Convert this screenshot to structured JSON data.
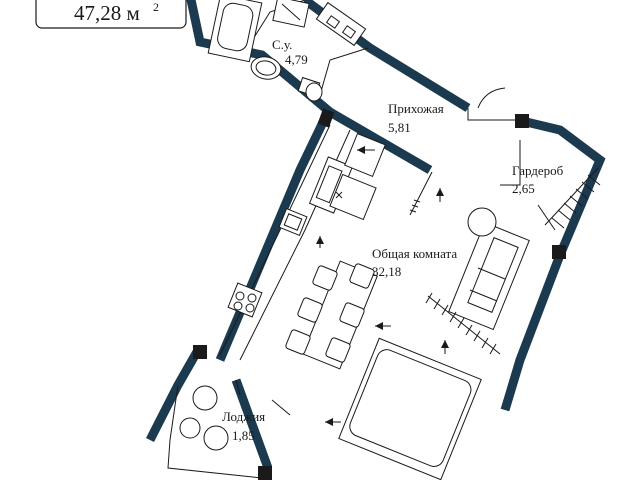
{
  "total_area": {
    "value": "47,28 м",
    "sup": "2"
  },
  "rooms": {
    "bathroom": {
      "name": "С.у.",
      "area": "4,79"
    },
    "hallway": {
      "name": "Прихожая",
      "area": "5,81"
    },
    "wardrobe": {
      "name": "Гардероб",
      "area": "2,65"
    },
    "living": {
      "name": "Общая комната",
      "area": "32,18"
    },
    "loggia": {
      "name": "Лоджия",
      "area": "1,85"
    }
  },
  "colors": {
    "wall": "#1b3a4f",
    "line": "#1a1a1a",
    "background": "#ffffff"
  },
  "icons": [
    "arrow-icon",
    "bathtub-icon",
    "toilet-icon",
    "sink-icon",
    "stove-icon",
    "sofa-icon",
    "bed-icon",
    "table-icon",
    "chair-icon"
  ]
}
